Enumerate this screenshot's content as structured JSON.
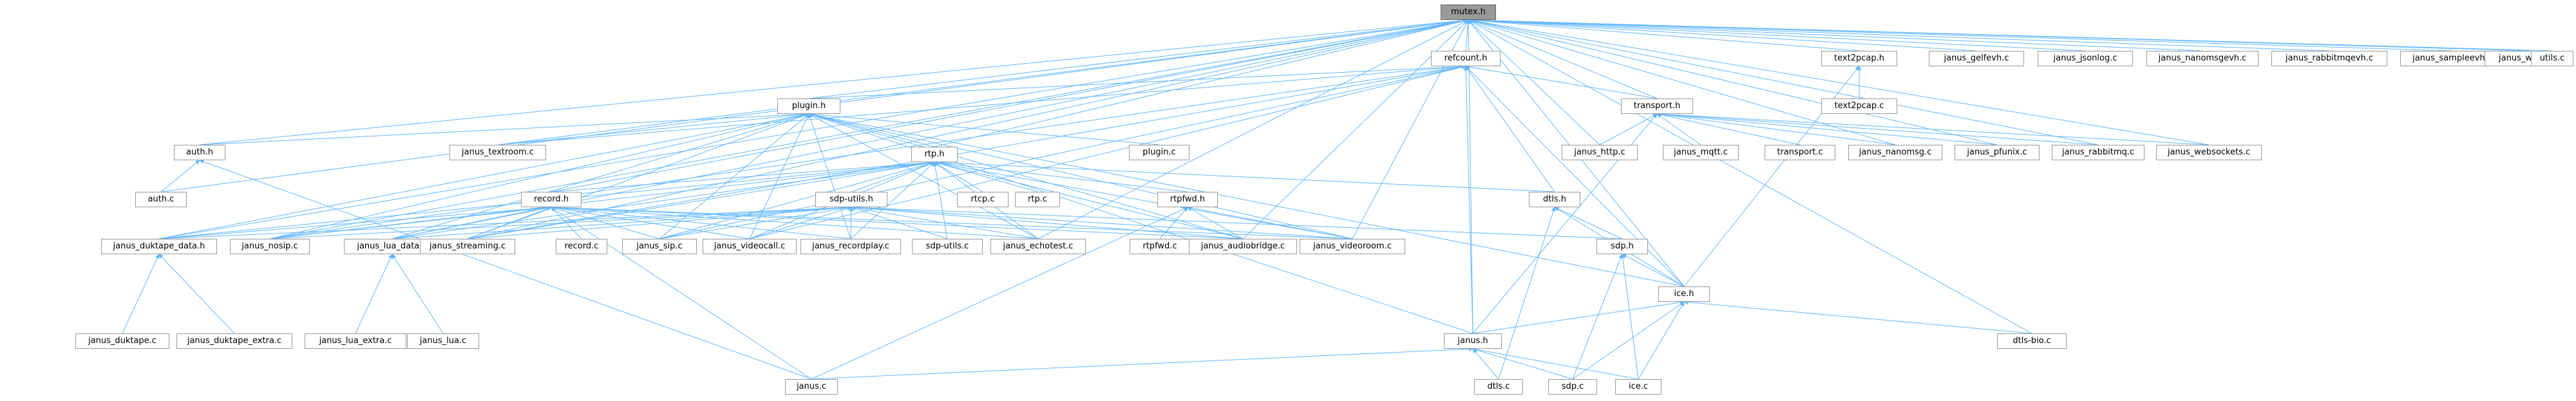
{
  "colors": {
    "edge": "#63b8ff",
    "node_border": "#999999",
    "root_fill": "#999999",
    "text": "#000000"
  },
  "root": "mutex.h",
  "nodes": [
    "mutex.h",
    "refcount.h",
    "text2pcap.h",
    "janus_gelfevh.c",
    "janus_jsonlog.c",
    "janus_nanomsgevh.c",
    "janus_rabbitmqevh.c",
    "janus_sampleevh.c",
    "janus_wsevh.c",
    "utils.c",
    "plugin.h",
    "transport.h",
    "text2pcap.c",
    "auth.h",
    "janus_textroom.c",
    "plugin.c",
    "janus_http.c",
    "janus_mqtt.c",
    "transport.c",
    "janus_nanomsg.c",
    "janus_pfunix.c",
    "janus_rabbitmq.c",
    "janus_websockets.c",
    "auth.c",
    "rtp.h",
    "rtcp.c",
    "rtp.c",
    "rtpfwd.h",
    "dtls.h",
    "record.h",
    "sdp-utils.h",
    "rtpfwd.c",
    "sdp.h",
    "janus_duktape_data.h",
    "janus_nosip.c",
    "janus_lua_data.h",
    "janus_streaming.c",
    "record.c",
    "janus_sip.c",
    "janus_videocall.c",
    "janus_recordplay.c",
    "sdp-utils.c",
    "janus_echotest.c",
    "janus_audiobridge.c",
    "janus_videoroom.c",
    "ice.h",
    "janus_duktape.c",
    "janus_duktape_extra.c",
    "janus_lua_extra.c",
    "janus_lua.c",
    "janus.h",
    "dtls-bio.c",
    "janus.c",
    "dtls.c",
    "sdp.c",
    "ice.c"
  ],
  "edges": [
    [
      "mutex.h",
      "refcount.h"
    ],
    [
      "mutex.h",
      "text2pcap.h"
    ],
    [
      "mutex.h",
      "janus_gelfevh.c"
    ],
    [
      "mutex.h",
      "janus_jsonlog.c"
    ],
    [
      "mutex.h",
      "janus_nanomsgevh.c"
    ],
    [
      "mutex.h",
      "janus_rabbitmqevh.c"
    ],
    [
      "mutex.h",
      "janus_sampleevh.c"
    ],
    [
      "mutex.h",
      "janus_wsevh.c"
    ],
    [
      "mutex.h",
      "utils.c"
    ],
    [
      "mutex.h",
      "plugin.h"
    ],
    [
      "mutex.h",
      "transport.h"
    ],
    [
      "mutex.h",
      "auth.h"
    ],
    [
      "mutex.h",
      "auth.c"
    ],
    [
      "mutex.h",
      "janus_textroom.c"
    ],
    [
      "mutex.h",
      "janus_http.c"
    ],
    [
      "mutex.h",
      "janus_pfunix.c"
    ],
    [
      "mutex.h",
      "janus_rabbitmq.c"
    ],
    [
      "mutex.h",
      "janus_websockets.c"
    ],
    [
      "mutex.h",
      "janus_nanomsg.c"
    ],
    [
      "mutex.h",
      "record.h"
    ],
    [
      "mutex.h",
      "rtp.h"
    ],
    [
      "mutex.h",
      "janus_duktape_data.h"
    ],
    [
      "mutex.h",
      "janus_nosip.c"
    ],
    [
      "mutex.h",
      "janus_lua_data.h"
    ],
    [
      "mutex.h",
      "janus_streaming.c"
    ],
    [
      "mutex.h",
      "janus_echotest.c"
    ],
    [
      "mutex.h",
      "janus_audiobridge.c"
    ],
    [
      "mutex.h",
      "janus_videoroom.c"
    ],
    [
      "mutex.h",
      "ice.h"
    ],
    [
      "mutex.h",
      "janus.h"
    ],
    [
      "mutex.h",
      "dtls-bio.c"
    ],
    [
      "refcount.h",
      "plugin.h"
    ],
    [
      "refcount.h",
      "transport.h"
    ],
    [
      "refcount.h",
      "janus.h"
    ],
    [
      "refcount.h",
      "dtls.h"
    ],
    [
      "refcount.h",
      "ice.h"
    ],
    [
      "refcount.h",
      "janus_textroom.c"
    ],
    [
      "refcount.h",
      "janus_nosip.c"
    ],
    [
      "refcount.h",
      "janus_streaming.c"
    ],
    [
      "refcount.h",
      "janus_videocall.c"
    ],
    [
      "refcount.h",
      "janus_sip.c"
    ],
    [
      "text2pcap.h",
      "text2pcap.c"
    ],
    [
      "text2pcap.h",
      "ice.h"
    ],
    [
      "plugin.h",
      "auth.h"
    ],
    [
      "plugin.h",
      "janus_textroom.c"
    ],
    [
      "plugin.h",
      "plugin.c"
    ],
    [
      "plugin.h",
      "rtp.h"
    ],
    [
      "plugin.h",
      "janus_duktape_data.h"
    ],
    [
      "plugin.h",
      "janus_nosip.c"
    ],
    [
      "plugin.h",
      "janus_lua_data.h"
    ],
    [
      "plugin.h",
      "janus_streaming.c"
    ],
    [
      "plugin.h",
      "janus_sip.c"
    ],
    [
      "plugin.h",
      "janus_videocall.c"
    ],
    [
      "plugin.h",
      "janus_recordplay.c"
    ],
    [
      "plugin.h",
      "janus_echotest.c"
    ],
    [
      "plugin.h",
      "janus_audiobridge.c"
    ],
    [
      "plugin.h",
      "janus_videoroom.c"
    ],
    [
      "plugin.h",
      "janus.h"
    ],
    [
      "plugin.h",
      "ice.h"
    ],
    [
      "transport.h",
      "janus_http.c"
    ],
    [
      "transport.h",
      "janus_mqtt.c"
    ],
    [
      "transport.h",
      "transport.c"
    ],
    [
      "transport.h",
      "janus_nanomsg.c"
    ],
    [
      "transport.h",
      "janus_pfunix.c"
    ],
    [
      "transport.h",
      "janus_rabbitmq.c"
    ],
    [
      "transport.h",
      "janus_websockets.c"
    ],
    [
      "transport.h",
      "janus.h"
    ],
    [
      "auth.h",
      "auth.c"
    ],
    [
      "auth.h",
      "janus.c"
    ],
    [
      "rtp.h",
      "rtcp.c"
    ],
    [
      "rtp.h",
      "rtp.c"
    ],
    [
      "rtp.h",
      "rtpfwd.h"
    ],
    [
      "rtp.h",
      "dtls.h"
    ],
    [
      "rtp.h",
      "record.h"
    ],
    [
      "rtp.h",
      "sdp-utils.h"
    ],
    [
      "rtp.h",
      "janus_duktape_data.h"
    ],
    [
      "rtp.h",
      "janus_nosip.c"
    ],
    [
      "rtp.h",
      "janus_lua_data.h"
    ],
    [
      "rtp.h",
      "janus_streaming.c"
    ],
    [
      "rtp.h",
      "janus_sip.c"
    ],
    [
      "rtp.h",
      "janus_videocall.c"
    ],
    [
      "rtp.h",
      "janus_recordplay.c"
    ],
    [
      "rtp.h",
      "sdp-utils.c"
    ],
    [
      "rtp.h",
      "janus_echotest.c"
    ],
    [
      "rtp.h",
      "janus_audiobridge.c"
    ],
    [
      "rtp.h",
      "janus_videoroom.c"
    ],
    [
      "rtpfwd.h",
      "rtpfwd.c"
    ],
    [
      "rtpfwd.h",
      "janus_audiobridge.c"
    ],
    [
      "rtpfwd.h",
      "janus_videoroom.c"
    ],
    [
      "rtpfwd.h",
      "janus.c"
    ],
    [
      "dtls.h",
      "sdp.h"
    ],
    [
      "dtls.h",
      "ice.h"
    ],
    [
      "dtls.h",
      "dtls.c"
    ],
    [
      "record.h",
      "janus_duktape_data.h"
    ],
    [
      "record.h",
      "janus_nosip.c"
    ],
    [
      "record.h",
      "janus_lua_data.h"
    ],
    [
      "record.h",
      "janus_streaming.c"
    ],
    [
      "record.h",
      "record.c"
    ],
    [
      "record.h",
      "janus_sip.c"
    ],
    [
      "record.h",
      "janus_videocall.c"
    ],
    [
      "record.h",
      "janus_recordplay.c"
    ],
    [
      "record.h",
      "janus_echotest.c"
    ],
    [
      "record.h",
      "janus_audiobridge.c"
    ],
    [
      "record.h",
      "janus_videoroom.c"
    ],
    [
      "record.h",
      "janus.c"
    ],
    [
      "sdp-utils.h",
      "janus_duktape_data.h"
    ],
    [
      "sdp-utils.h",
      "janus_nosip.c"
    ],
    [
      "sdp-utils.h",
      "janus_lua_data.h"
    ],
    [
      "sdp-utils.h",
      "janus_streaming.c"
    ],
    [
      "sdp-utils.h",
      "janus_sip.c"
    ],
    [
      "sdp-utils.h",
      "janus_videocall.c"
    ],
    [
      "sdp-utils.h",
      "janus_recordplay.c"
    ],
    [
      "sdp-utils.h",
      "sdp-utils.c"
    ],
    [
      "sdp-utils.h",
      "janus_echotest.c"
    ],
    [
      "sdp-utils.h",
      "janus_audiobridge.c"
    ],
    [
      "sdp-utils.h",
      "janus_videoroom.c"
    ],
    [
      "sdp-utils.h",
      "sdp.h"
    ],
    [
      "sdp.h",
      "ice.h"
    ],
    [
      "sdp.h",
      "sdp.c"
    ],
    [
      "sdp.h",
      "ice.c"
    ],
    [
      "janus_duktape_data.h",
      "janus_duktape.c"
    ],
    [
      "janus_duktape_data.h",
      "janus_duktape_extra.c"
    ],
    [
      "janus_lua_data.h",
      "janus_lua_extra.c"
    ],
    [
      "janus_lua_data.h",
      "janus_lua.c"
    ],
    [
      "ice.h",
      "janus.h"
    ],
    [
      "ice.h",
      "dtls-bio.c"
    ],
    [
      "ice.h",
      "sdp.c"
    ],
    [
      "ice.h",
      "ice.c"
    ],
    [
      "janus.h",
      "janus.c"
    ],
    [
      "janus.h",
      "dtls.c"
    ],
    [
      "janus.h",
      "sdp.c"
    ],
    [
      "janus.h",
      "ice.c"
    ]
  ]
}
